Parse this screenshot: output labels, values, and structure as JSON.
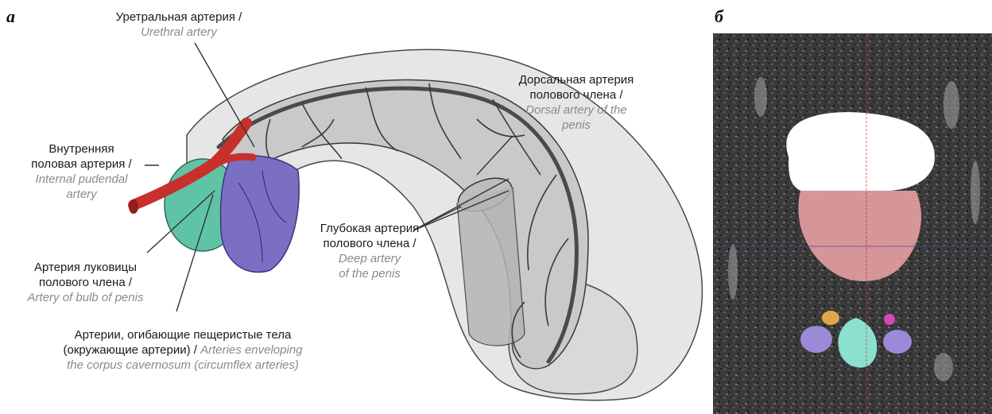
{
  "panel_a": {
    "letter": "а",
    "labels": {
      "urethral": {
        "ru": "Уретральная артерия /",
        "en": "Urethral artery"
      },
      "dorsal": {
        "ru1": "Дорсальная артерия",
        "ru2": "полового члена /",
        "en1": "Dorsal artery of the",
        "en2": "penis"
      },
      "internal": {
        "ru1": "Внутренняя",
        "ru2": "половая артерия /",
        "en1": "Internal pudendal",
        "en2": "artery"
      },
      "bulb": {
        "ru1": "Артерия луковицы",
        "ru2": "полового члена /",
        "en1": "Artery of bulb of penis"
      },
      "deep": {
        "ru1": "Глубокая артерия",
        "ru2": "полового члена /",
        "en1": "Deep artery",
        "en2": "of the penis"
      },
      "circumflex": {
        "ru1": "Артерии, огибающие пещеристые тела",
        "ru2": "(окружающие артерии) / ",
        "en2": "Arteries enveloping",
        "en3": "the corpus cavernosum (circumflex arteries)"
      }
    },
    "colors": {
      "artery": "#c8302c",
      "bulb": "#5fc4a6",
      "crus": "#7b6fc4",
      "body": "#c9c9c9",
      "vessel": "#3a3a3a"
    }
  },
  "panel_b": {
    "letter": "б",
    "colors": {
      "bladder": "#ffffff",
      "prostate": "#e8a0a2",
      "bulb": "#8ce0cf",
      "crus": "#9a8ad8",
      "small_orange": "#e0a64a",
      "small_magenta": "#d24ab5"
    }
  }
}
